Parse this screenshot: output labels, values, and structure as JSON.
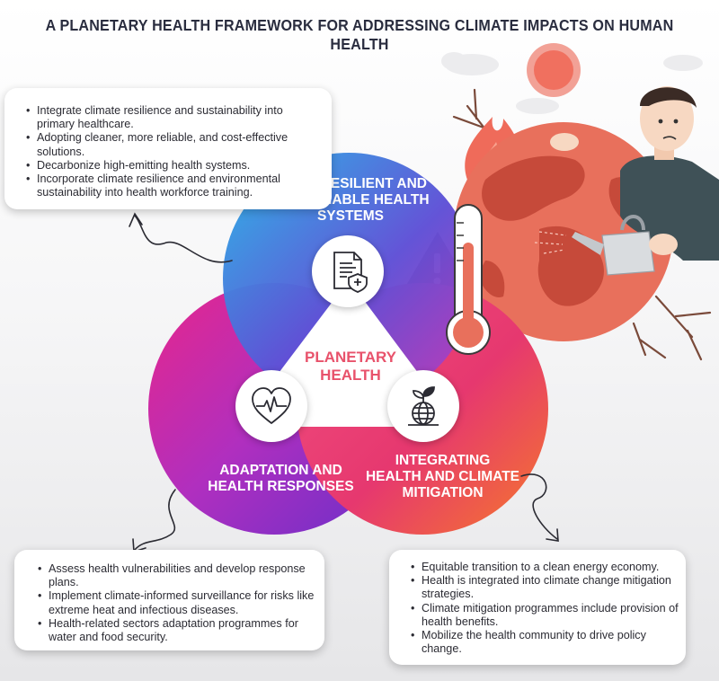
{
  "title": "A PLANETARY HEALTH FRAMEWORK FOR ADDRESSING CLIMATE IMPACTS ON HUMAN HEALTH",
  "center_label": "PLANETARY\nHEALTH",
  "circles": {
    "top": {
      "label": "BUILD RESILIENT AND\nSUSTAINABLE HEALTH\nSYSTEMS",
      "icon": "document-shield-icon",
      "colors": [
        "#27b4e6",
        "#5f4fd6",
        "#c23ab8"
      ]
    },
    "left": {
      "label": "ADAPTATION AND\nHEALTH RESPONSES",
      "icon": "heart-pulse-icon",
      "colors": [
        "#e8268a",
        "#b02fbf",
        "#6a2fc9"
      ]
    },
    "right": {
      "label": "INTEGRATING\nHEALTH AND CLIMATE\nMITIGATION",
      "icon": "globe-plant-icon",
      "colors": [
        "#f24f80",
        "#e6386f",
        "#f5782b"
      ]
    }
  },
  "cards": {
    "top": [
      "Integrate climate resilience and sustainability into primary healthcare.",
      "Adopting cleaner, more reliable, and cost-effective solutions.",
      "Decarbonize high-emitting health systems.",
      "Incorporate climate resilience and environmental sustainability into health workforce training."
    ],
    "left": [
      "Assess health vulnerabilities and develop response plans.",
      "Implement climate-informed surveillance for risks like extreme heat and infectious diseases.",
      "Health-related sectors adaptation programmes for water and food security."
    ],
    "right": [
      "Equitable transition to a clean energy economy.",
      "Health is integrated into climate change mitigation strategies.",
      "Climate mitigation programmes include provision of health benefits.",
      "Mobilize the health community to drive policy change."
    ]
  },
  "illustration": {
    "elements": [
      "sun-icon",
      "burning-earth-icon",
      "thermometer-icon",
      "warning-sign-icon",
      "watering-can-icon",
      "worried-man-icon",
      "dry-branch-icon"
    ],
    "colors": {
      "earth": "#e8705c",
      "land": "#c64a3a",
      "sun": "#f26a5a",
      "shirt": "#3f5157"
    }
  }
}
